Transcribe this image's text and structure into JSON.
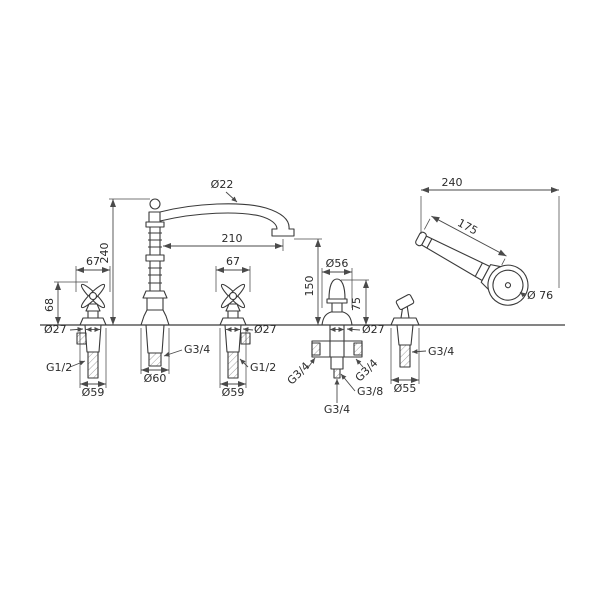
{
  "colors": {
    "background": "#ffffff",
    "ink": "#3a3a3a",
    "dim_ink": "#4a4a4a"
  },
  "labels": {
    "spout_diameter": "Ø22",
    "spout_height": "240",
    "spout_reach": "210",
    "left_handle_width": "67",
    "right_handle_width": "67",
    "handle_height": "68",
    "left_handle_hole": "Ø27",
    "right_handle_hole": "Ø27",
    "diverter_hole": "Ø27",
    "left_valve_thread": "G1/2",
    "left_valve_flange": "Ø59",
    "right_valve_thread": "G1/2",
    "right_valve_flange": "Ø59",
    "spout_flange": "Ø60",
    "spout_thread": "G3/4",
    "diverter_knob_diameter": "Ø56",
    "diverter_knob_height": "75",
    "spout_outlet_height": "150",
    "diverter_left_port": "G3/4",
    "diverter_right_port": "G3/4",
    "diverter_small_port": "G3/8",
    "diverter_bottom_port": "G3/4",
    "handshower_overall": "240",
    "handshower_handle_length": "175",
    "handshower_head_diameter": "Ø 76",
    "holder_flange": "Ø55",
    "holder_thread": "G3/4"
  }
}
